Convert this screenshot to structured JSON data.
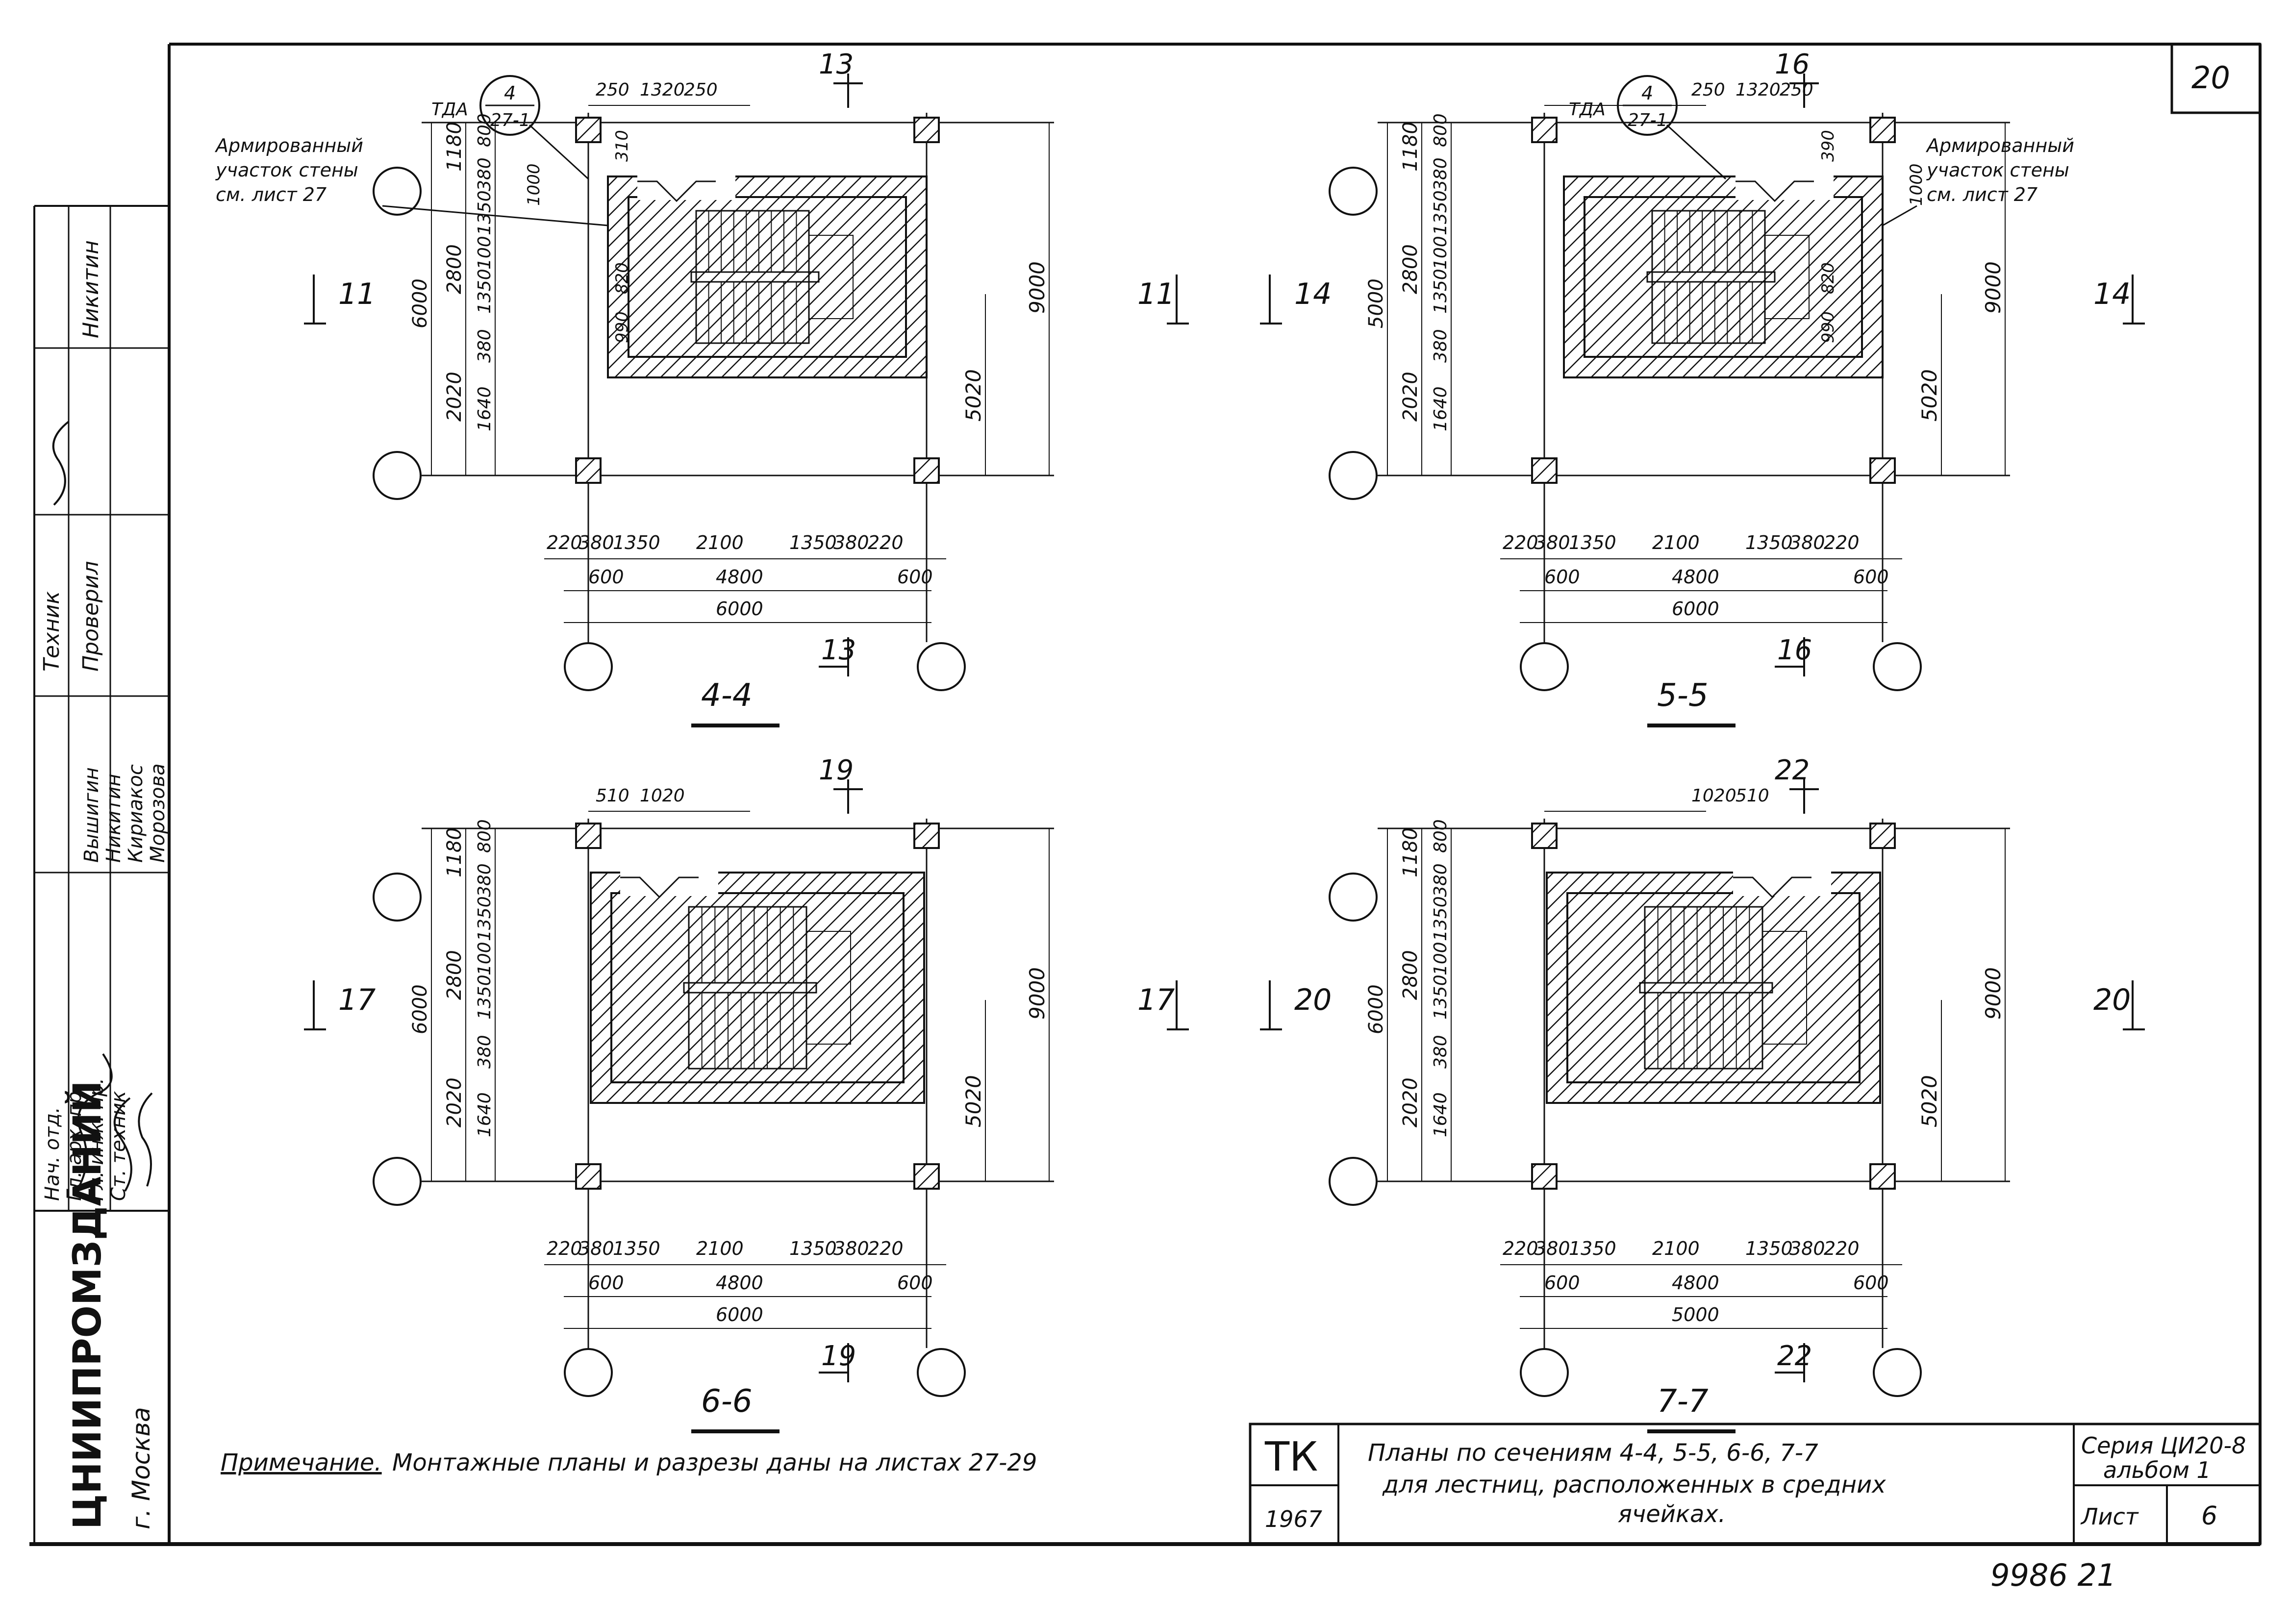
{
  "sheet": {
    "number_top_right": "20",
    "sheet_label": "Лист",
    "sheet_number": "6",
    "series": "Серия ЦИ20-8",
    "album": "альбом 1",
    "stamp_code": "ТК",
    "year": "1967",
    "title_line1": "Планы по сечениям 4-4, 5-5, 6-6, 7-7",
    "title_line2": "для лестниц, расположенных в средних",
    "title_line3": "ячейках.",
    "archive_number": "9986 21",
    "note_label": "Примечание.",
    "note_text": "Монтажные планы и разрезы даны на листах 27-29"
  },
  "side_stamp": {
    "org": "ЦНИИПРОМЗДАНИЙ",
    "city": "г. Москва",
    "roles": [
      "Нач. отд.",
      "Гл. арх. пр.",
      "Гл. инж. пр.",
      "Ст. техник"
    ],
    "names": [
      "Вышигин",
      "Никитин",
      "Кириакос",
      "Морозова"
    ],
    "check_roles": [
      "Техник",
      "Проверил"
    ],
    "check_names": [
      "Никитин",
      "Проверил"
    ]
  },
  "plans": [
    {
      "section": "4-4",
      "cut_left": "11",
      "cut_right": "11",
      "cut_top": "13",
      "cut_bottom": "13",
      "mark_node": "4",
      "mark_sheet": "27-1",
      "mark_prefix": "ТДА",
      "annotation": [
        "Армированный",
        "участок стены",
        "см. лист 27"
      ],
      "dims_top": [
        "250",
        "1320",
        "250"
      ],
      "dims_left_outer": [
        "6000"
      ],
      "dims_left_mid": [
        "1180",
        "2800",
        "2020"
      ],
      "dims_left_inner": [
        "800",
        "380",
        "1350",
        "100",
        "1350",
        "380",
        "1640"
      ],
      "dims_inner_misc": [
        "1000",
        "820",
        "990",
        "310"
      ],
      "dims_right": [
        "9000",
        "5020"
      ],
      "dims_bottom_row1": [
        "220",
        "380",
        "1350",
        "2100",
        "1350",
        "380",
        "220"
      ],
      "dims_bottom_row2": [
        "600",
        "4800",
        "600"
      ],
      "dims_bottom_row3": [
        "6000"
      ]
    },
    {
      "section": "5-5",
      "cut_left": "14",
      "cut_right": "14",
      "cut_top": "16",
      "cut_bottom": "16",
      "mark_node": "4",
      "mark_sheet": "27-1",
      "mark_prefix": "ТДА",
      "annotation": [
        "Армированный",
        "участок стены",
        "см. лист 27"
      ],
      "dims_top": [
        "250",
        "1320",
        "250"
      ],
      "dims_left_outer": [
        "5000"
      ],
      "dims_left_mid": [
        "1180",
        "2800",
        "2020"
      ],
      "dims_left_inner": [
        "800",
        "380",
        "1350",
        "100",
        "1350",
        "380",
        "1640"
      ],
      "dims_inner_misc": [
        "1000",
        "820",
        "990",
        "390"
      ],
      "dims_right": [
        "9000",
        "5020"
      ],
      "dims_bottom_row1": [
        "220",
        "380",
        "1350",
        "2100",
        "1350",
        "380",
        "220"
      ],
      "dims_bottom_row2": [
        "600",
        "4800",
        "600"
      ],
      "dims_bottom_row3": [
        "6000"
      ]
    },
    {
      "section": "6-6",
      "cut_left": "17",
      "cut_right": "17",
      "cut_top": "19",
      "cut_bottom": "19",
      "dims_top": [
        "510",
        "1020"
      ],
      "dims_left_outer": [
        "6000"
      ],
      "dims_left_mid": [
        "1180",
        "2800",
        "2020"
      ],
      "dims_left_inner": [
        "800",
        "380",
        "1350",
        "100",
        "1350",
        "380",
        "1640"
      ],
      "dims_right": [
        "9000",
        "5020"
      ],
      "dims_bottom_row1": [
        "220",
        "380",
        "1350",
        "2100",
        "1350",
        "380",
        "220"
      ],
      "dims_bottom_row2": [
        "600",
        "4800",
        "600"
      ],
      "dims_bottom_row3": [
        "6000"
      ]
    },
    {
      "section": "7-7",
      "cut_left": "20",
      "cut_right": "20",
      "cut_top": "22",
      "cut_bottom": "22",
      "dims_top": [
        "1020",
        "510"
      ],
      "dims_left_outer": [
        "6000"
      ],
      "dims_left_mid": [
        "1180",
        "2800",
        "2020"
      ],
      "dims_left_inner": [
        "800",
        "380",
        "1350",
        "100",
        "1350",
        "380",
        "1640"
      ],
      "dims_right": [
        "9000",
        "5020"
      ],
      "dims_bottom_row1": [
        "220",
        "380",
        "1350",
        "2100",
        "1350",
        "380",
        "220"
      ],
      "dims_bottom_row2": [
        "600",
        "4800",
        "600"
      ],
      "dims_bottom_row3": [
        "5000"
      ]
    }
  ]
}
